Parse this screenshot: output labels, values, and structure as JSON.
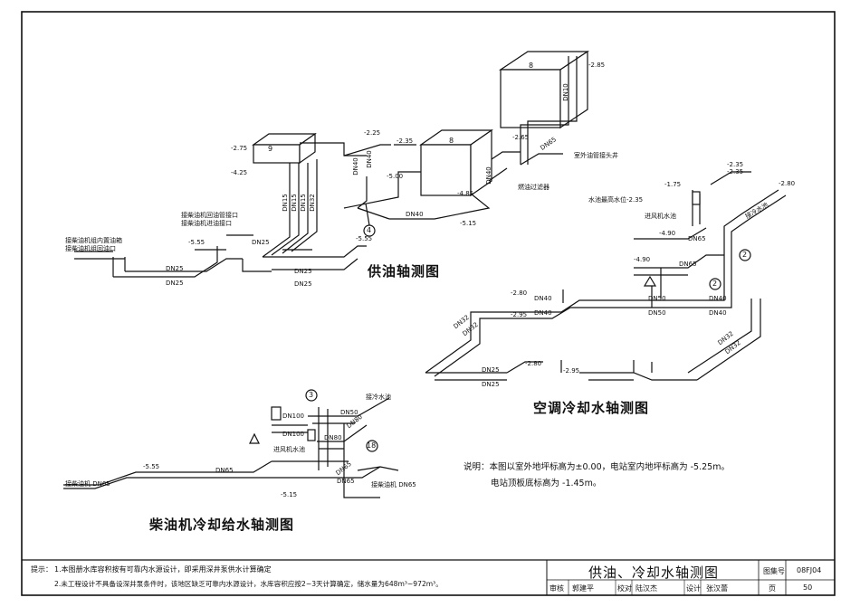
{
  "titles": {
    "oil": "供油轴测图",
    "ac": "空调冷却水轴测图",
    "diesel": "柴油机冷却给水轴测图"
  },
  "oil_labels": {
    "tag9": "9",
    "tag8a": "8",
    "tag8b": "8",
    "tag4": "4",
    "elev_m275": "-2.75",
    "elev_m425": "-4.25",
    "elev_m225": "-2.25",
    "elev_m235": "-2.35",
    "elev_m265": "-2.65",
    "elev_m285": "-2.85",
    "elev_m500": "-5.00",
    "elev_m485": "-4.85",
    "elev_m515": "-5.15",
    "elev_m555a": "-5.55",
    "elev_m555b": "-5.55",
    "dn40a": "DN40",
    "dn40b": "DN40",
    "dn40c": "DN40",
    "dn40d": "DN40",
    "dn25a": "DN25",
    "dn25b": "DN25",
    "dn25c": "DN25",
    "dn25d": "DN25",
    "dn25e": "DN25",
    "dn15a": "DN15",
    "dn15b": "DN15",
    "dn15c": "DN15",
    "dn32": "DN32",
    "dn65": "DN65",
    "dn10": "DN10",
    "ann_outdoor": "室外油管接头井",
    "ann_filter": "燃油过滤器",
    "ann_return_in": "接柴油机回油管接口",
    "ann_supply_in": "接柴油机进油接口",
    "ann_return_tank": "接柴油机组内置油箱",
    "ann_supply_tank": "接柴油机组回油口"
  },
  "ac_labels": {
    "tag2a": "2",
    "tag2b": "2",
    "elev_m175": "-1.75",
    "elev_m235": "-2.35",
    "elev_m235b": "-2.35",
    "elev_m280a": "-2.80",
    "elev_m280b": "-2.80",
    "elev_m280c": "-2.80",
    "elev_m295a": "-2.95",
    "elev_m295b": "-2.95",
    "elev_m490a": "-4.90",
    "elev_m490b": "-4.90",
    "dn50": "DN50",
    "dn50b": "DN50",
    "dn40a": "DN40",
    "dn40b": "DN40",
    "dn40c": "DN40",
    "dn40d": "DN40",
    "dn32a": "DN32",
    "dn32b": "DN32",
    "dn32c": "DN32",
    "dn32d": "DN32",
    "dn25a": "DN25",
    "dn25b": "DN25",
    "dn65a": "DN65",
    "dn65b": "DN65",
    "ann_water_level": "水池最高水位-2.35",
    "ann_inlet": "进风机水池",
    "ann_cool_pool": "接冷水池"
  },
  "diesel_labels": {
    "tag3": "3",
    "tag18": "18",
    "elev_m555": "-5.55",
    "elev_m515": "-5.15",
    "dn100a": "DN100",
    "dn100b": "DN100",
    "dn50": "DN50",
    "dn80a": "DN80",
    "dn80b": "DN80",
    "dn65a": "DN65",
    "dn65b": "DN65",
    "dn65c": "DN65",
    "ann_cool_water": "接冷水池",
    "ann_inlet": "进风机水池",
    "ann_left": "接柴油机 DN65",
    "ann_right": "接柴油机 DN65"
  },
  "description": {
    "line1": "说明：本图以室外地坪标高为±0.00，电站室内地坪标高为 -5.25m。",
    "line2": "电站顶板底标高为 -1.45m。"
  },
  "footer_notes": {
    "heading": "提示：",
    "note1": "1.本图册水库容积按有可靠内水源设计，即采用深井泵供水计算确定",
    "note2": "2.未工程设计不具备设深井泵条件时，该地区缺乏可靠内水源设计，水库容积应按2~3天计算确定，储水量为648m³~972m³。"
  },
  "title_block": {
    "sheet_title": "供油、冷却水轴测图",
    "atlas_label": "图集号",
    "atlas_value": "08FJ04",
    "page_label": "页",
    "page_value": "50",
    "review_label": "审核",
    "review_name": "郭建平",
    "check_label": "校对",
    "check_name": "陆汉杰",
    "design_label": "设计",
    "design_name": "张汉蕾"
  }
}
